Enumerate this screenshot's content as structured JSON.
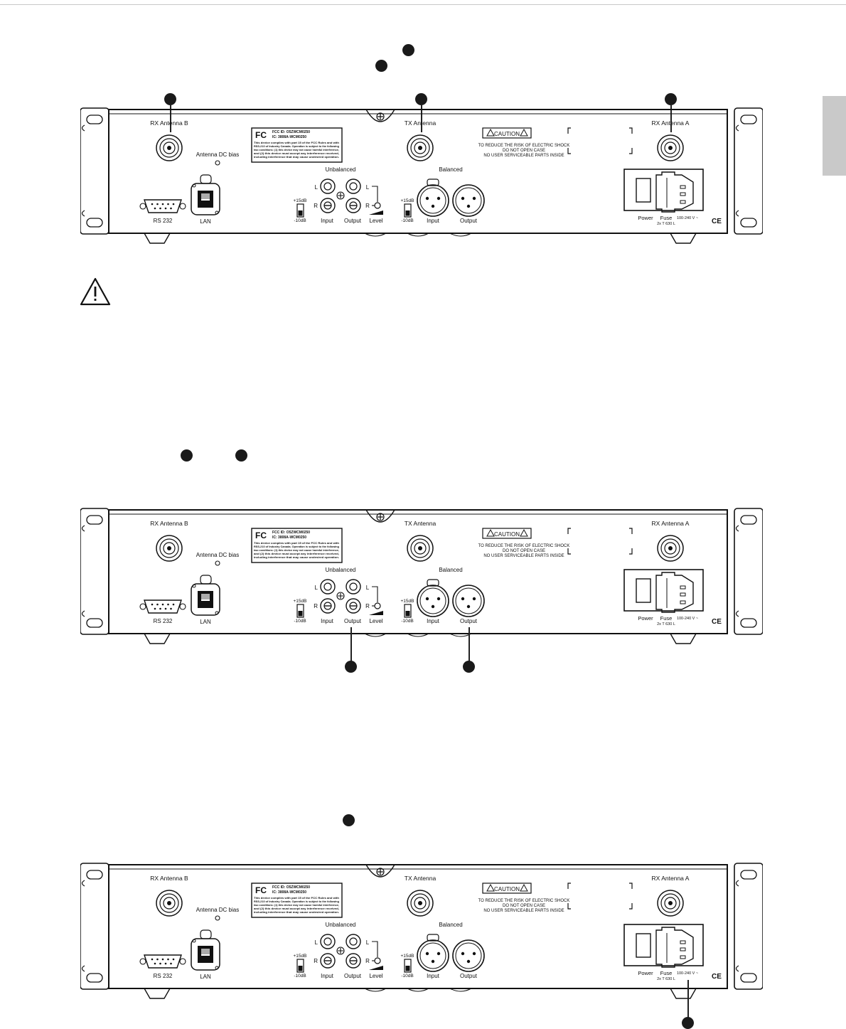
{
  "panel_labels": {
    "rx_antenna_b": "RX Antenna B",
    "tx_antenna": "TX Antenna",
    "rx_antenna_a": "RX Antenna A",
    "antenna_dc_bias": "Antenna DC bias",
    "unbalanced": "Unbalanced",
    "balanced": "Balanced",
    "plus15db": "+15dB",
    "minus10db": "-10dB",
    "l": "L",
    "r": "R",
    "input": "Input",
    "output": "Output",
    "level": "Level",
    "rs232": "RS 232",
    "lan": "LAN",
    "power": "Power",
    "fuse": "Fuse",
    "fuse_rating": "2x T 630 L",
    "voltage": "100-240 V ~",
    "ce": "CE",
    "caution": "CAUTION",
    "caution_line1": "TO REDUCE THE RISK OF ELECTRIC SHOCK",
    "caution_line2": "DO NOT OPEN CASE",
    "caution_line3": "NO USER SERVICEABLE PARTS INSIDE",
    "fcc_mark": "FC",
    "fcc_id": "FCC ID: O5ZWCM0250",
    "ic_id": "IC: 3808A-WCM0250",
    "fcc_text1": "This device complies with part 15 of the FCC Rules and with",
    "fcc_text2": "RSS-210 of Industry Canada. Operation is subject to the following",
    "fcc_text3": "two conditions: (1) this device may not cause harmful interference,",
    "fcc_text4": "and (2) this device must accept any interference received,",
    "fcc_text5": "including interference that may cause undesired operation."
  },
  "icons": [
    "callout-dot",
    "warning-triangle-icon"
  ]
}
